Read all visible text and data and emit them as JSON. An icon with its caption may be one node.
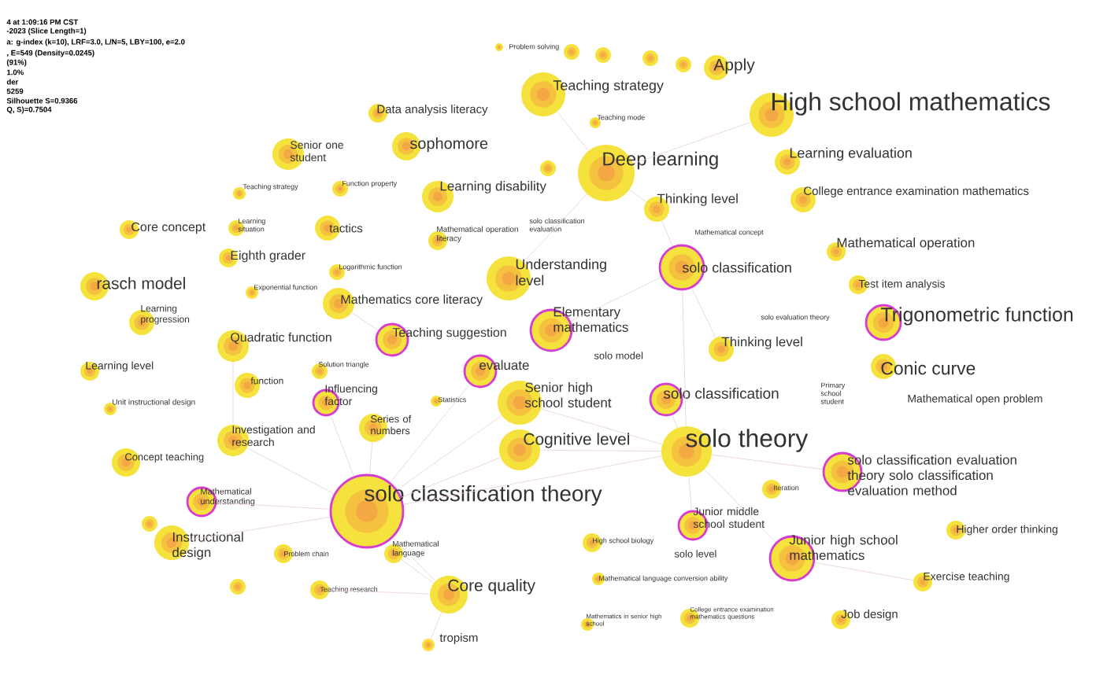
{
  "diagram": {
    "nodes": [
      {
        "text": [
          "Problem solving"
        ]
      },
      {
        "text": [
          "Teaching strategy"
        ]
      },
      {
        "text": [
          "Apply"
        ]
      },
      {
        "text": [
          "High school mathematics"
        ]
      },
      {
        "text": [
          "Teaching mode"
        ]
      },
      {
        "text": [
          "Data analysis literacy"
        ]
      },
      {
        "text": [
          "Senior one student"
        ]
      },
      {
        "text": [
          "sophomore"
        ]
      },
      {
        "text": [
          "Deep learning"
        ]
      },
      {
        "text": [
          "Learning evaluation"
        ]
      },
      {
        "text": [
          "Teaching strategy"
        ]
      },
      {
        "text": [
          "Function property"
        ]
      },
      {
        "text": [
          "Learning disability"
        ]
      },
      {
        "text": [
          "College entrance examination mathematics"
        ]
      },
      {
        "text": [
          "Thinking level"
        ]
      },
      {
        "text": [
          "solo classification evaluation"
        ]
      },
      {
        "text": [
          "Core concept"
        ]
      },
      {
        "text": [
          "Learning situation"
        ]
      },
      {
        "text": [
          "tactics"
        ]
      },
      {
        "text": [
          "Mathematical operation literacy"
        ]
      },
      {
        "text": [
          "Mathematical concept"
        ]
      },
      {
        "text": [
          "Mathematical operation"
        ]
      },
      {
        "text": [
          "Eighth grader"
        ]
      },
      {
        "text": [
          "Logarithmic function"
        ]
      },
      {
        "text": [
          "Understanding level"
        ]
      },
      {
        "text": [
          "solo classification"
        ]
      },
      {
        "text": [
          "Test item analysis"
        ]
      },
      {
        "text": [
          "rasch model"
        ]
      },
      {
        "text": [
          "Exponential function"
        ]
      },
      {
        "text": [
          "Mathematics core literacy"
        ]
      },
      {
        "text": [
          "solo evaluation theory"
        ]
      },
      {
        "text": [
          "Elementary mathematics"
        ]
      },
      {
        "text": [
          "Trigonometric function"
        ]
      },
      {
        "text": [
          "Thinking level"
        ]
      },
      {
        "text": [
          "Teaching suggestion"
        ]
      },
      {
        "text": [
          "Learning progression"
        ]
      },
      {
        "text": [
          "Quadratic function"
        ]
      },
      {
        "text": [
          "solo model"
        ]
      },
      {
        "text": [
          "Conic curve"
        ]
      },
      {
        "text": [
          "evaluate"
        ]
      },
      {
        "text": [
          "Learning level"
        ]
      },
      {
        "text": [
          "Solution triangle"
        ]
      },
      {
        "text": [
          "Senior high school student"
        ]
      },
      {
        "text": [
          "Mathematical open problem"
        ]
      },
      {
        "text": [
          "Primary school student"
        ]
      },
      {
        "text": [
          "solo classification"
        ]
      },
      {
        "text": [
          "function"
        ]
      },
      {
        "text": [
          "Influencing factor"
        ]
      },
      {
        "text": [
          "Unit instructional design"
        ]
      },
      {
        "text": [
          "Statistics"
        ]
      },
      {
        "text": [
          "Series of numbers"
        ]
      },
      {
        "text": [
          "Investigation and research"
        ]
      },
      {
        "text": [
          "Cognitive level"
        ]
      },
      {
        "text": [
          "solo theory"
        ]
      },
      {
        "text": [
          "Concept teaching"
        ]
      },
      {
        "text": [
          "solo classification evaluation theory solo classification evaluation method"
        ]
      },
      {
        "text": [
          "solo classification theory"
        ]
      },
      {
        "text": [
          "Mathematical understanding"
        ]
      },
      {
        "text": [
          "Iteration"
        ]
      },
      {
        "text": [
          "Junior middle school student"
        ]
      },
      {
        "text": [
          "Instructional design"
        ]
      },
      {
        "text": [
          "Problem chain"
        ]
      },
      {
        "text": [
          "Mathematical language"
        ]
      },
      {
        "text": [
          "High school biology"
        ]
      },
      {
        "text": [
          "solo level"
        ]
      },
      {
        "text": [
          "Junior high school mathematics"
        ]
      },
      {
        "text": [
          "Higher order thinking"
        ]
      },
      {
        "text": [
          "Mathematical language conversion ability"
        ]
      },
      {
        "text": [
          "Exercise teaching"
        ]
      },
      {
        "text": [
          "Teaching research"
        ]
      },
      {
        "text": [
          "Core quality"
        ]
      },
      {
        "text": [
          "Mathematics in senior high school"
        ]
      },
      {
        "text": [
          "College entrance examination mathematics questions"
        ]
      },
      {
        "text": [
          "Job design"
        ]
      },
      {
        "text": [
          "tropism"
        ]
      },
      {
        "text": [],
        "shape": "circle"
      },
      {
        "text": [],
        "shape": "circle"
      },
      {
        "text": [],
        "shape": "circle"
      },
      {
        "text": [],
        "shape": "circle"
      },
      {
        "text": [],
        "shape": "circle"
      },
      {
        "text": [],
        "shape": "circle"
      },
      {
        "text": [],
        "shape": "circle"
      }
    ],
    "edges": [
      {
        "from": 56,
        "to": 42,
        "arrow": "none"
      },
      {
        "from": 56,
        "to": 52,
        "arrow": "none"
      },
      {
        "from": 56,
        "to": 53,
        "arrow": "none"
      },
      {
        "from": 56,
        "to": 70,
        "arrow": "none"
      },
      {
        "from": 56,
        "to": 60,
        "arrow": "none"
      },
      {
        "from": 56,
        "to": 57,
        "arrow": "none"
      },
      {
        "from": 56,
        "to": 51,
        "arrow": "none"
      },
      {
        "from": 56,
        "to": 50,
        "arrow": "none"
      },
      {
        "from": 70,
        "to": 62,
        "arrow": "none"
      },
      {
        "from": 56,
        "to": 39,
        "arrow": "none"
      },
      {
        "from": 56,
        "to": 47,
        "arrow": "none"
      },
      {
        "from": 53,
        "to": 45,
        "arrow": "none"
      },
      {
        "from": 53,
        "to": 52,
        "arrow": "none"
      },
      {
        "from": 53,
        "to": 55,
        "arrow": "none"
      },
      {
        "from": 53,
        "to": 59,
        "arrow": "none"
      },
      {
        "from": 53,
        "to": 65,
        "arrow": "none"
      },
      {
        "from": 53,
        "to": 25,
        "arrow": "none"
      },
      {
        "from": 25,
        "to": 14,
        "arrow": "none"
      },
      {
        "from": 53,
        "to": 42,
        "arrow": "none"
      },
      {
        "from": 8,
        "to": 1,
        "arrow": "none"
      },
      {
        "from": 8,
        "to": 14,
        "arrow": "none"
      },
      {
        "from": 8,
        "to": 3,
        "arrow": "none"
      },
      {
        "from": 25,
        "to": 33,
        "arrow": "none"
      },
      {
        "from": 25,
        "to": 31,
        "arrow": "none"
      },
      {
        "from": 24,
        "to": 8,
        "arrow": "none"
      },
      {
        "from": 29,
        "to": 34,
        "arrow": "none"
      },
      {
        "from": 36,
        "to": 51,
        "arrow": "none"
      },
      {
        "from": 70,
        "to": 74,
        "arrow": "none"
      },
      {
        "from": 70,
        "to": 69,
        "arrow": "none"
      },
      {
        "from": 65,
        "to": 68,
        "arrow": "none"
      }
    ],
    "labels": [
      "4 at 1:09:16 PM CST",
      "-2023 (Slice Length=1)",
      "a: g-index (k=10), LRF=3.0, L/N=5, LBY=100, e=2.0",
      ", E=549 (Density=0.0245)",
      "(91%)",
      "1.0%",
      "der",
      "5259",
      "Silhouette S=0.9366",
      "Q, S)=0.7504"
    ]
  }
}
